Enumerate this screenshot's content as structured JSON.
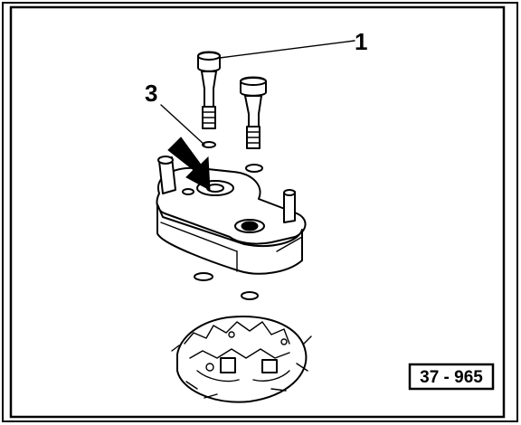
{
  "figure": {
    "callouts": [
      {
        "id": "1",
        "label": "1"
      },
      {
        "id": "3",
        "label": "3"
      }
    ],
    "figure_code": "37 - 965"
  },
  "colors": {
    "ink": "#000000",
    "paper": "#ffffff"
  }
}
